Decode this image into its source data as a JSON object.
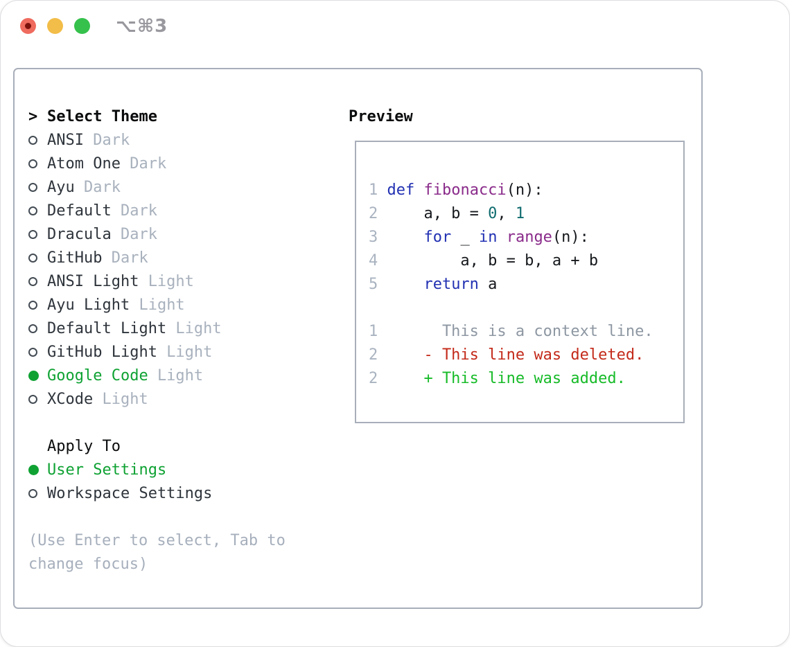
{
  "titlebar": {
    "title": "⌥⌘3"
  },
  "panel": {
    "header": {
      "prompt": ">",
      "label": "Select Theme"
    },
    "themes": [
      {
        "name": "ANSI",
        "tag": "Dark",
        "selected": false
      },
      {
        "name": "Atom One",
        "tag": "Dark",
        "selected": false
      },
      {
        "name": "Ayu",
        "tag": "Dark",
        "selected": false
      },
      {
        "name": "Default",
        "tag": "Dark",
        "selected": false
      },
      {
        "name": "Dracula",
        "tag": "Dark",
        "selected": false
      },
      {
        "name": "GitHub",
        "tag": "Dark",
        "selected": false
      },
      {
        "name": "ANSI Light",
        "tag": "Light",
        "selected": false
      },
      {
        "name": "Ayu Light",
        "tag": "Light",
        "selected": false
      },
      {
        "name": "Default Light",
        "tag": "Light",
        "selected": false
      },
      {
        "name": "GitHub Light",
        "tag": "Light",
        "selected": false
      },
      {
        "name": "Google Code",
        "tag": "Light",
        "selected": true
      },
      {
        "name": "XCode",
        "tag": "Light",
        "selected": false
      }
    ],
    "apply_to": {
      "label": "Apply To",
      "options": [
        {
          "name": "User Settings",
          "selected": true
        },
        {
          "name": "Workspace Settings",
          "selected": false
        }
      ]
    },
    "help_lines": [
      "(Use Enter to select, Tab to",
      "change focus)"
    ]
  },
  "preview": {
    "title": "Preview",
    "code_lines": [
      {
        "num": "1",
        "tokens": [
          {
            "t": "def",
            "c": "kw"
          },
          {
            "t": " ",
            "c": "pl"
          },
          {
            "t": "fibonacci",
            "c": "fn"
          },
          {
            "t": "(n):",
            "c": "pl"
          }
        ]
      },
      {
        "num": "2",
        "tokens": [
          {
            "t": "    a, b = ",
            "c": "pl"
          },
          {
            "t": "0",
            "c": "lit"
          },
          {
            "t": ", ",
            "c": "pl"
          },
          {
            "t": "1",
            "c": "lit"
          }
        ]
      },
      {
        "num": "3",
        "tokens": [
          {
            "t": "    ",
            "c": "pl"
          },
          {
            "t": "for",
            "c": "kw"
          },
          {
            "t": " _ ",
            "c": "pl"
          },
          {
            "t": "in",
            "c": "kw"
          },
          {
            "t": " ",
            "c": "pl"
          },
          {
            "t": "range",
            "c": "fn"
          },
          {
            "t": "(n):",
            "c": "pl"
          }
        ]
      },
      {
        "num": "4",
        "tokens": [
          {
            "t": "        a, b = b, a + b",
            "c": "pl"
          }
        ]
      },
      {
        "num": "5",
        "tokens": [
          {
            "t": "    ",
            "c": "pl"
          },
          {
            "t": "return",
            "c": "kw"
          },
          {
            "t": " a",
            "c": "pl"
          }
        ]
      }
    ],
    "diff_lines": [
      {
        "num": "1",
        "kind": "context",
        "text": "      This is a context line."
      },
      {
        "num": "2",
        "kind": "deleted",
        "text": "    - This line was deleted."
      },
      {
        "num": "2",
        "kind": "added",
        "text": "    + This line was added."
      }
    ]
  },
  "colors": {
    "accent_green": "#0fa233",
    "added_green": "#17bb28",
    "deleted_red": "#c32a1a",
    "keyword_blue": "#2130b2",
    "function_purple": "#8a2b8a",
    "literal_teal": "#0e6b6e",
    "plain_text": "#15181c",
    "gutter_gray": "#a9b3c0",
    "context_gray": "#8d97a2",
    "name_gray": "#2e343b",
    "tag_gray": "#a8b1bd",
    "help_gray": "#a6afbc",
    "border_gray": "#a8aeb9",
    "heading_black": "#0b0c0d",
    "title_gray": "#98989e",
    "tl_red": "#ef6b5e",
    "tl_red_dot": "#7c110c",
    "tl_yellow": "#f2bd48",
    "tl_green": "#35c14c"
  }
}
